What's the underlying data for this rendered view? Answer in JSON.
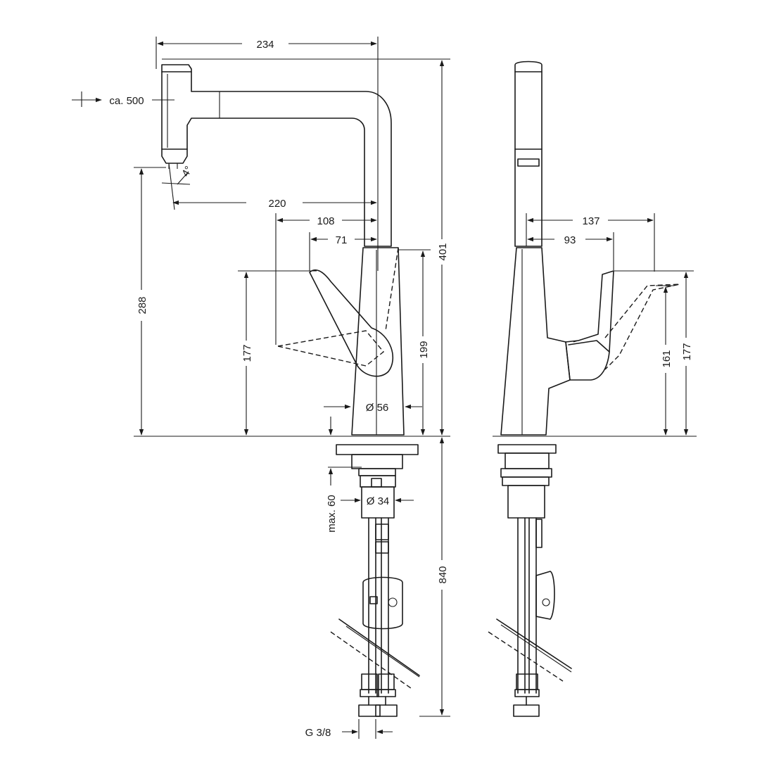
{
  "front_view": {
    "dim_width_top": "234",
    "dim_pull_out": "ca. 500",
    "dim_spray_angle": "4°",
    "dim_spout_reach": "220",
    "dim_lever_reach": "108",
    "dim_lever_offset": "71",
    "dim_total_height": "401",
    "dim_outlet_height": "288",
    "dim_lever_height": "177",
    "dim_body_height": "199",
    "dim_base_diameter": "Ø 56",
    "dim_max_thickness": "max. 60",
    "dim_shank_diameter": "Ø 34",
    "dim_hose_length": "840",
    "dim_connection": "G 3/8"
  },
  "side_view": {
    "dim_lever_depth_open": "137",
    "dim_lever_depth": "93",
    "dim_lever_height_closed": "161",
    "dim_lever_height_open": "177"
  }
}
